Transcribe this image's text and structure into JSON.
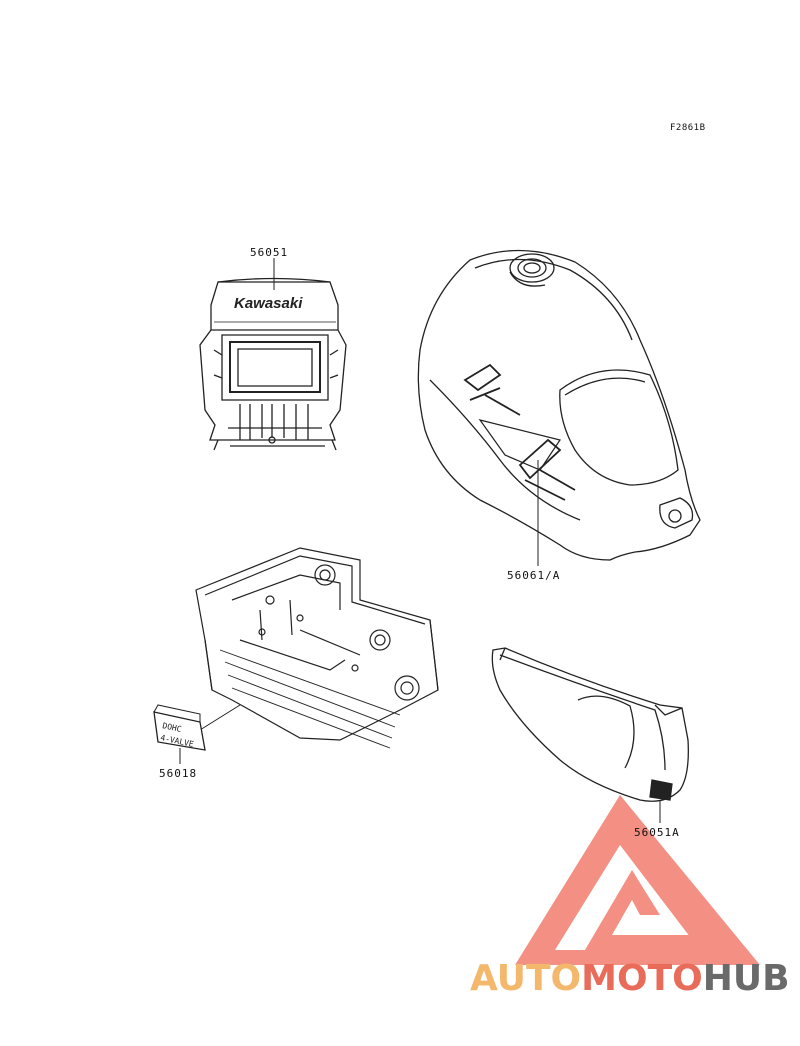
{
  "figure_id": "F2861B",
  "parts": [
    {
      "name": "headlight-cowl-decal",
      "code": "56051"
    },
    {
      "name": "fuel-tank-decal",
      "code": "56061/A"
    },
    {
      "name": "cylinder-head-label",
      "code": "56018"
    },
    {
      "name": "side-cover-decal",
      "code": "56051A"
    }
  ],
  "artwork_text": {
    "headlight_brand": "Kawasaki",
    "head_label_line1": "DOHC",
    "head_label_line2": "4-VALVE"
  },
  "watermark": {
    "part1": "AUTO",
    "part2": "MOTO",
    "part3": "HUB",
    "colors": {
      "auto": "#f4b86d",
      "moto": "#e96b5a",
      "hub": "#6a6a6a",
      "logo": "#ef6a5a"
    }
  }
}
